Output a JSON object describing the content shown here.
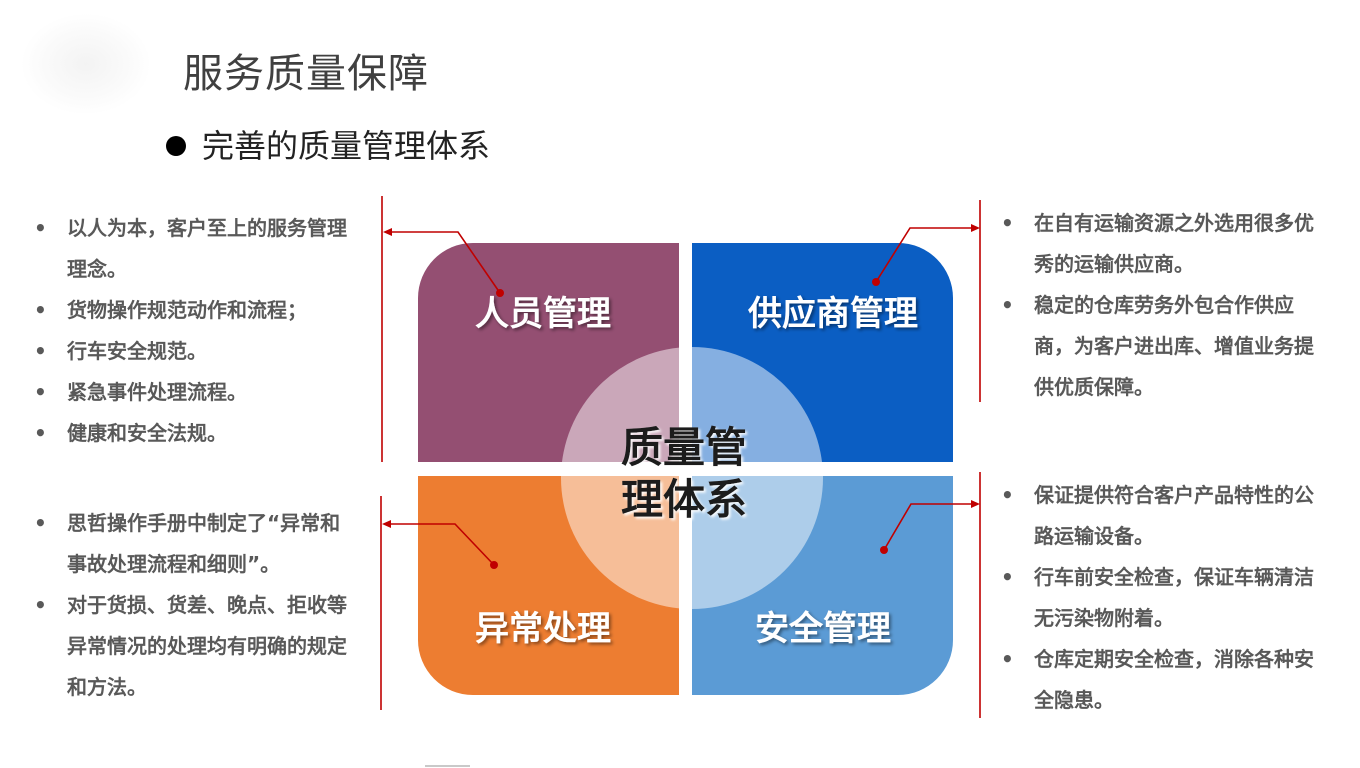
{
  "title": "服务质量保障",
  "subtitle": "完善的质量管理体系",
  "center": {
    "line1": "质量管",
    "line2": "理体系"
  },
  "quadrants": {
    "top_left": {
      "label": "人员管理",
      "color": "#944F72"
    },
    "top_right": {
      "label": "供应商管理",
      "color": "#0B5EC3"
    },
    "bottom_left": {
      "label": "异常处理",
      "color": "#ED7D31"
    },
    "bottom_right": {
      "label": "安全管理",
      "color": "#5B9BD5"
    }
  },
  "connector_color": "#C00000",
  "lists": {
    "top_left": [
      "以人为本，客户至上的服务管理理念。",
      "货物操作规范动作和流程；",
      "行车安全规范。",
      "紧急事件处理流程。",
      "健康和安全法规。"
    ],
    "bottom_left": [
      "思哲操作手册中制定了“异常和事故处理流程和细则”。",
      "对于货损、货差、晚点、拒收等异常情况的处理均有明确的规定和方法。"
    ],
    "top_right": [
      "在自有运输资源之外选用很多优秀的运输供应商。",
      "稳定的仓库劳务外包合作供应商，为客户进出库、增值业务提供优质保障。"
    ],
    "bottom_right": [
      "保证提供符合客户产品特性的公路运输设备。",
      "行车前安全检查，保证车辆清洁无污染物附着。",
      "仓库定期安全检查，消除各种安全隐患。"
    ]
  }
}
